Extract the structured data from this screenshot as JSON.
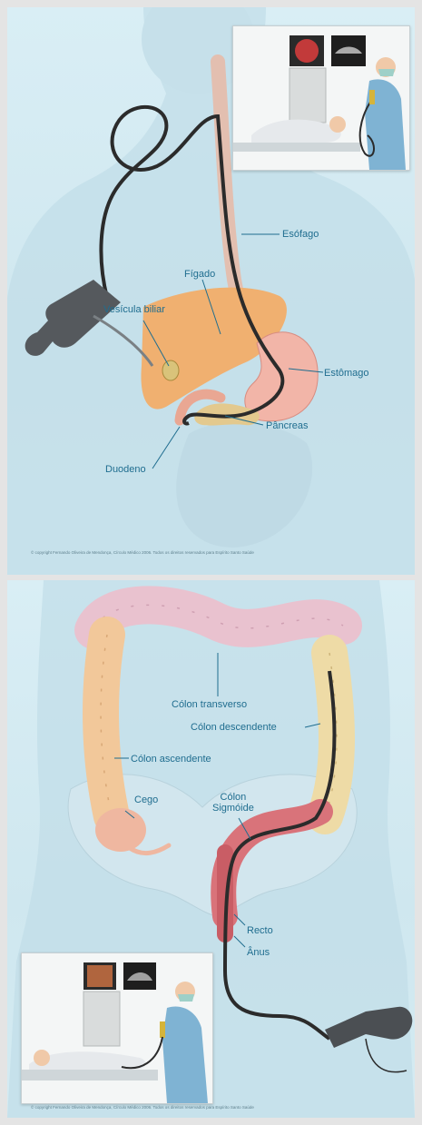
{
  "upper_gi": {
    "labels": {
      "esofago": "Esófago",
      "figado": "Fígado",
      "vesicula": "Vesícula biliar",
      "estomago": "Estômago",
      "pancreas": "Pâncreas",
      "duodeno": "Duodeno"
    },
    "copyright": "© copyright Fernando Oliveira de Mendonça, Círculo Médico 2006. Todos os direitos reservados para Espírito Santo Saúde"
  },
  "lower_gi": {
    "labels": {
      "colon_transverso": "Cólon transverso",
      "colon_descendente": "Cólon descendente",
      "colon_ascendente": "Cólon ascendente",
      "cego": "Cego",
      "colon_sigmoide": "Cólon\nSigmóide",
      "recto": "Recto",
      "anus": "Ânus"
    },
    "copyright": "© copyright Fernando Oliveira de Mendonça, Círculo Médico 2006. Todos os direitos reservados para Espírito Santo Saúde"
  },
  "colors": {
    "label_blue": "#1f6d8f",
    "background": "#d9eef5",
    "liver": "#f0b070",
    "stomach": "#f2b5a8",
    "colon": "#f2c89a",
    "colon_transverse": "#e9c2cf",
    "sigmoid": "#d9737a",
    "endoscope": "#2b2b2b"
  }
}
